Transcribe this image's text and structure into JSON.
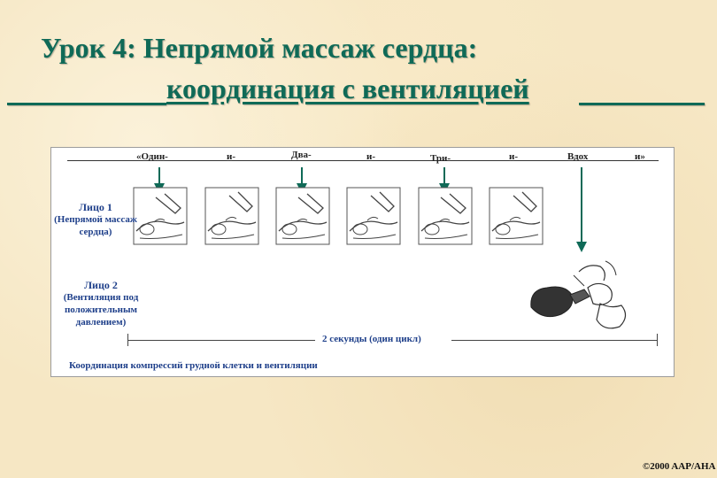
{
  "title": {
    "line1": "Урок 4: Непрямой массаж сердца:",
    "line2": "координация с вентиляцией"
  },
  "diagram": {
    "counts": [
      "«Один-",
      "и-",
      "Два-",
      "и-",
      "Три-",
      "и-",
      "Вдох",
      "и»"
    ],
    "person1": {
      "name": "Лицо 1",
      "role": "(Непрямой массаж сердца)"
    },
    "person2": {
      "name": "Лицо 2",
      "role": "(Вентиляция под положительным давлением)"
    },
    "cycle_label": "2 секунды (один цикл)",
    "caption": "Координация компрессий грудной клетки и вентиляции"
  },
  "copyright": "©2000 AAP/AHA",
  "colors": {
    "accent": "#0f6a57",
    "label": "#1e3f8a",
    "background": "#f6e7c4"
  }
}
